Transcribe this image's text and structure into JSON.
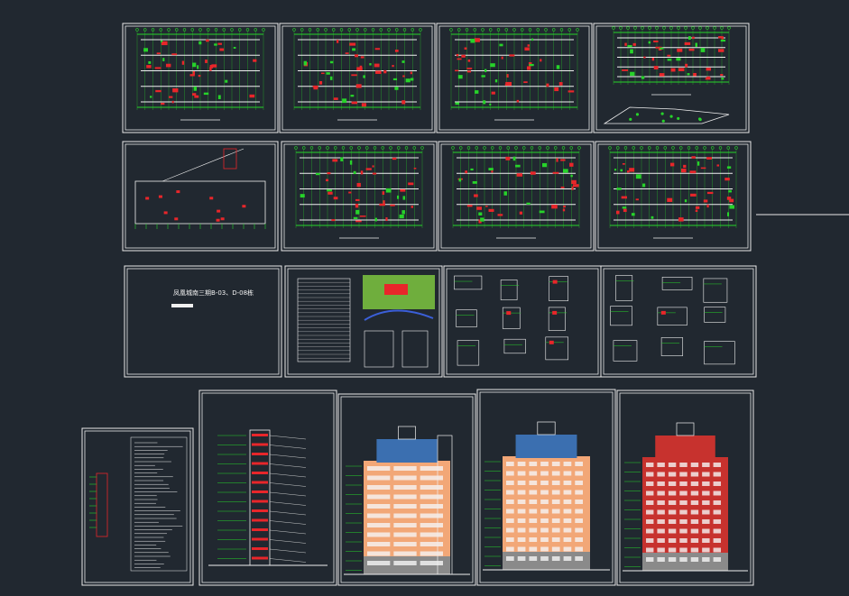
{
  "cover_sheet": {
    "title": "凤凰城南三期B-03、D-08栋"
  },
  "colors": {
    "background": "#212830",
    "frame": "#e9e9e9",
    "plan_green": "#27d32a",
    "plan_red": "#e8262a",
    "plan_white": "#f0f0f0",
    "facade_orange": "#f2a777",
    "facade_red": "#c7322e",
    "facade_grey": "#8a8a8a"
  },
  "sheet_types": [
    "floor-plan",
    "floor-plan",
    "floor-plan",
    "site-plan",
    "roof-plan",
    "floor-plan",
    "floor-plan",
    "floor-plan",
    "cover",
    "site-and-table",
    "details",
    "details",
    "notes",
    "section",
    "side-elevation",
    "front-elevation",
    "rear-elevation"
  ]
}
